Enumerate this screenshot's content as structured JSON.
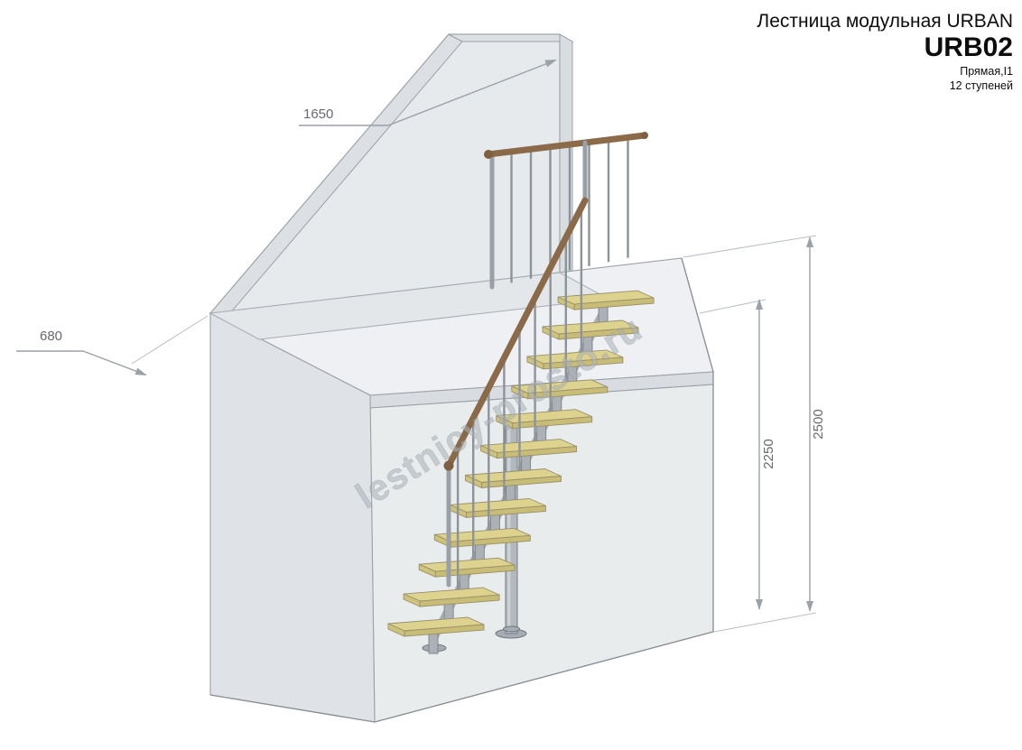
{
  "header": {
    "title": "Лестница модульная URBAN",
    "model": "URB02",
    "type_line": "Прямая,I1",
    "steps_line": "12 ступеней"
  },
  "dimensions": {
    "wall_width": "1650",
    "landing_depth": "680",
    "overall_height": "2500",
    "floor_height": "2250"
  },
  "watermark": "lestnicy-prosto.ru",
  "drawing": {
    "steps_count": 12,
    "landing_balusters": 8,
    "colors": {
      "tread_top": "#ddd28e",
      "tread_front": "#c8bc76",
      "handrail": "#8a6a49",
      "metal": "#a8aeb4",
      "wall_fill": "#e7eaed",
      "structure_line": "#8b9096",
      "dimension_line": "#9aa1a8",
      "dimension_text": "#646a70"
    }
  }
}
